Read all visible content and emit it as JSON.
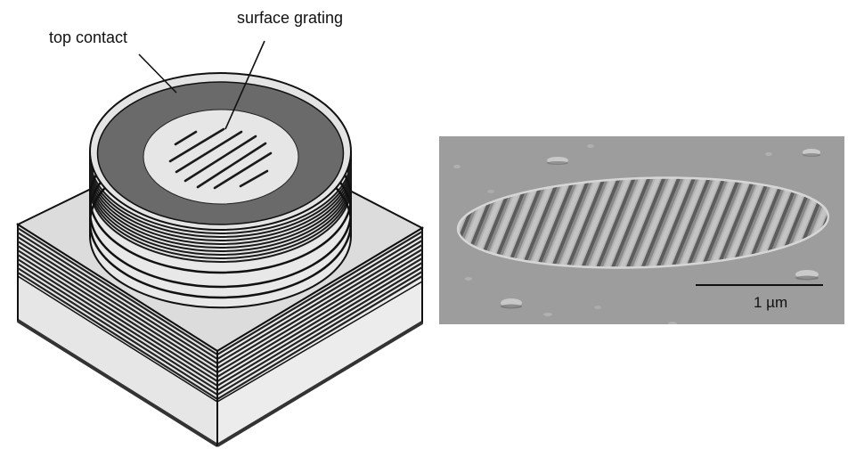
{
  "figure": {
    "left_panel": {
      "type": "3d schematic",
      "labels": {
        "top_contact": "top contact",
        "surface_grating": "surface grating"
      }
    },
    "right_panel": {
      "type": "SEM micrograph",
      "scale_bar": {
        "label": "1 µm"
      }
    }
  },
  "colors": {
    "contact_dark": "#6a6a6a",
    "light_surface": "#e4e4e4",
    "base_top": "#dcdcdc",
    "sem_background": "#9d9d9d",
    "outline": "#111111"
  }
}
